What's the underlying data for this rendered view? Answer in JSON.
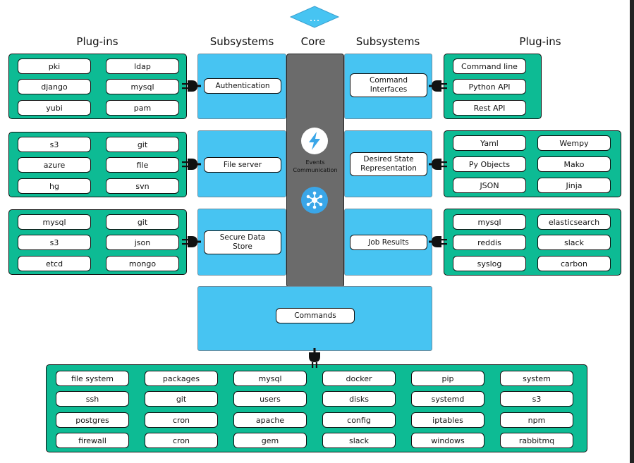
{
  "headings": {
    "left_plugins": "Plug-ins",
    "left_subsystems": "Subsystems",
    "core": "Core",
    "right_subsystems": "Subsystems",
    "right_plugins": "Plug-ins"
  },
  "core": {
    "label": "Events\nCommunication",
    "top_icon": "lightning-icon",
    "bottom_icon": "network-hub-icon",
    "top_icon_color": "#3aa6e8",
    "bottom_icon_color": "#3aa6e8"
  },
  "left_subsystems": [
    {
      "label": "Authentication",
      "plugins": [
        "pki",
        "ldap",
        "django",
        "mysql",
        "yubi",
        "pam"
      ]
    },
    {
      "label": "File server",
      "plugins": [
        "s3",
        "git",
        "azure",
        "file",
        "hg",
        "svn"
      ]
    },
    {
      "label": "Secure Data\nStore",
      "plugins": [
        "mysql",
        "git",
        "s3",
        "json",
        "etcd",
        "mongo"
      ]
    }
  ],
  "right_subsystems": [
    {
      "label": "Command\nInterfaces",
      "plugins": [
        "Command line",
        "Python API",
        "Rest API"
      ]
    },
    {
      "label": "Desired State\nRepresentation",
      "plugins": [
        "Yaml",
        "Wempy",
        "Py Objects",
        "Mako",
        "JSON",
        "Jinja"
      ]
    },
    {
      "label": "Job Results",
      "plugins": [
        "mysql",
        "elasticsearch",
        "reddis",
        "slack",
        "syslog",
        "carbon"
      ]
    }
  ],
  "commands": {
    "label": "Commands",
    "plugins": [
      "file system",
      "packages",
      "mysql",
      "docker",
      "pip",
      "system",
      "ssh",
      "git",
      "users",
      "disks",
      "systemd",
      "s3",
      "postgres",
      "cron",
      "apache",
      "config",
      "iptables",
      "npm",
      "firewall",
      "cron",
      "gem",
      "slack",
      "windows",
      "rabbitmq"
    ]
  },
  "colors": {
    "plugin_green": "#0dbb94",
    "subsystem_blue": "#47c4f2",
    "core_gray": "#6b6b6b"
  }
}
